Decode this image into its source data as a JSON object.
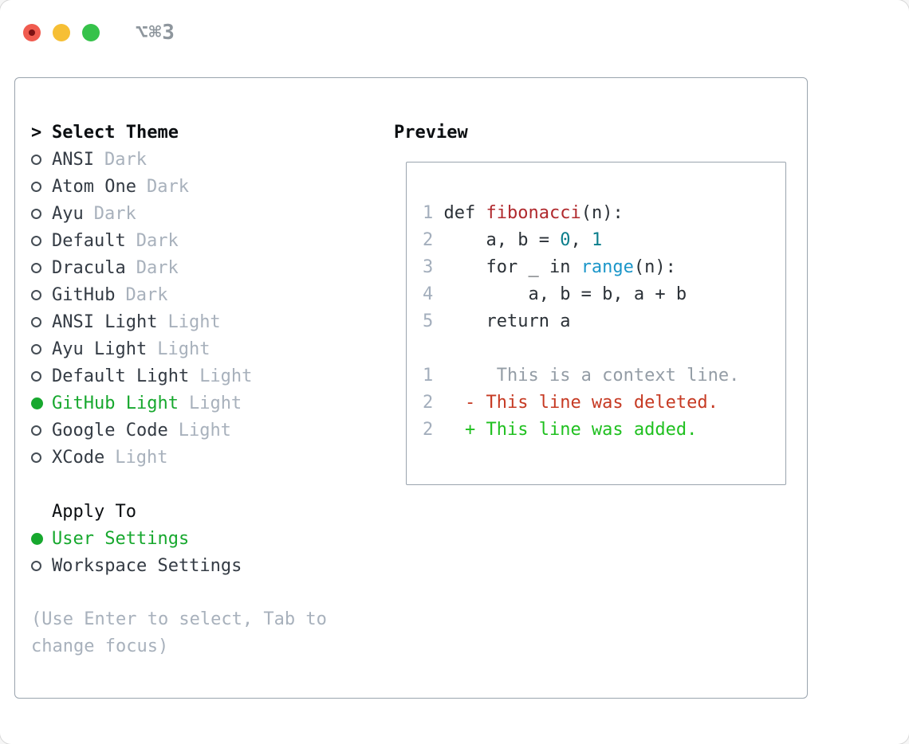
{
  "window": {
    "title_shortcut": "⌥⌘3"
  },
  "colors": {
    "accent_green": "#17a82e",
    "added_green": "#20c020",
    "deleted_red": "#c63a23",
    "function_red": "#b0292d",
    "number_teal": "#0b7e8c",
    "builtin_blue": "#1b96c9",
    "muted_gray": "#a8b1bc",
    "border_gray": "#9aa4ae",
    "traffic_red": "#f05b4f",
    "traffic_yellow": "#f6bf35",
    "traffic_green": "#36c24a"
  },
  "theme_section": {
    "prompt": ">",
    "title": "Select Theme",
    "items": [
      {
        "name": "ANSI",
        "variant": "Dark",
        "selected": false
      },
      {
        "name": "Atom One",
        "variant": "Dark",
        "selected": false
      },
      {
        "name": "Ayu",
        "variant": "Dark",
        "selected": false
      },
      {
        "name": "Default",
        "variant": "Dark",
        "selected": false
      },
      {
        "name": "Dracula",
        "variant": "Dark",
        "selected": false
      },
      {
        "name": "GitHub",
        "variant": "Dark",
        "selected": false
      },
      {
        "name": "ANSI Light",
        "variant": "Light",
        "selected": false
      },
      {
        "name": "Ayu Light",
        "variant": "Light",
        "selected": false
      },
      {
        "name": "Default Light",
        "variant": "Light",
        "selected": false
      },
      {
        "name": "GitHub Light",
        "variant": "Light",
        "selected": true
      },
      {
        "name": "Google Code",
        "variant": "Light",
        "selected": false
      },
      {
        "name": "XCode",
        "variant": "Light",
        "selected": false
      }
    ]
  },
  "apply_section": {
    "title": "Apply To",
    "items": [
      {
        "label": "User Settings",
        "selected": true
      },
      {
        "label": "Workspace Settings",
        "selected": false
      }
    ]
  },
  "hint": "(Use Enter to select, Tab to change focus)",
  "preview": {
    "title": "Preview",
    "code_lines": [
      {
        "num": "1",
        "segments": [
          {
            "text": "def ",
            "style": "default"
          },
          {
            "text": "fibonacci",
            "style": "function"
          },
          {
            "text": "(n):",
            "style": "default"
          }
        ]
      },
      {
        "num": "2",
        "segments": [
          {
            "text": "    a, b = ",
            "style": "default"
          },
          {
            "text": "0",
            "style": "number"
          },
          {
            "text": ", ",
            "style": "default"
          },
          {
            "text": "1",
            "style": "number"
          }
        ]
      },
      {
        "num": "3",
        "segments": [
          {
            "text": "    for _ in ",
            "style": "default"
          },
          {
            "text": "range",
            "style": "builtin"
          },
          {
            "text": "(n):",
            "style": "default"
          }
        ]
      },
      {
        "num": "4",
        "segments": [
          {
            "text": "        a, b = b, a + b",
            "style": "default"
          }
        ]
      },
      {
        "num": "5",
        "segments": [
          {
            "text": "    return a",
            "style": "default"
          }
        ]
      },
      {
        "num": "",
        "segments": []
      },
      {
        "num": "1",
        "segments": [
          {
            "text": "     This is a context line.",
            "style": "context"
          }
        ]
      },
      {
        "num": "2",
        "segments": [
          {
            "text": "  - This line was deleted.",
            "style": "deleted"
          }
        ]
      },
      {
        "num": "2",
        "segments": [
          {
            "text": "  + This line was added.",
            "style": "added"
          }
        ]
      }
    ]
  }
}
